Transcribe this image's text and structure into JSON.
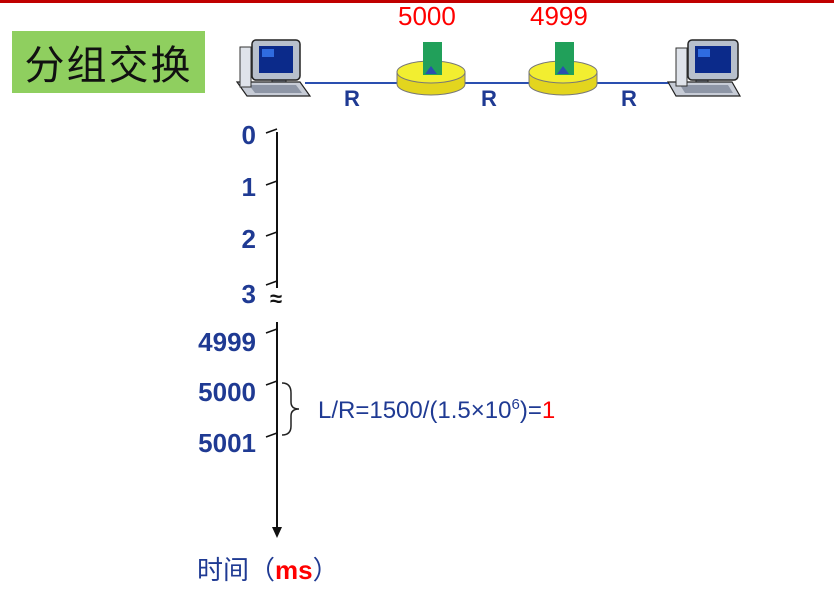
{
  "title": "分组交换",
  "packets": [
    {
      "label": "5000"
    },
    {
      "label": "4999"
    }
  ],
  "link_label": "R",
  "timeline": {
    "ticks": [
      "0",
      "1",
      "2",
      "3",
      "4999",
      "5000",
      "5001"
    ],
    "break_symbol": "≈",
    "unit_prefix": "时间（",
    "unit": "ms",
    "unit_suffix": "）"
  },
  "formula": {
    "prefix": "L/R=1500/(1.5×10",
    "exponent": "6",
    "suffix": ")=",
    "result": "1"
  },
  "colors": {
    "top_rule": "#c00000",
    "title_box": "#8fcf5f",
    "router_fill": "#f2ee30",
    "packet": "#21a05a",
    "text_blue": "#1f3a93",
    "accent_red": "#ff0000",
    "link_line": "#2a4fb0"
  }
}
